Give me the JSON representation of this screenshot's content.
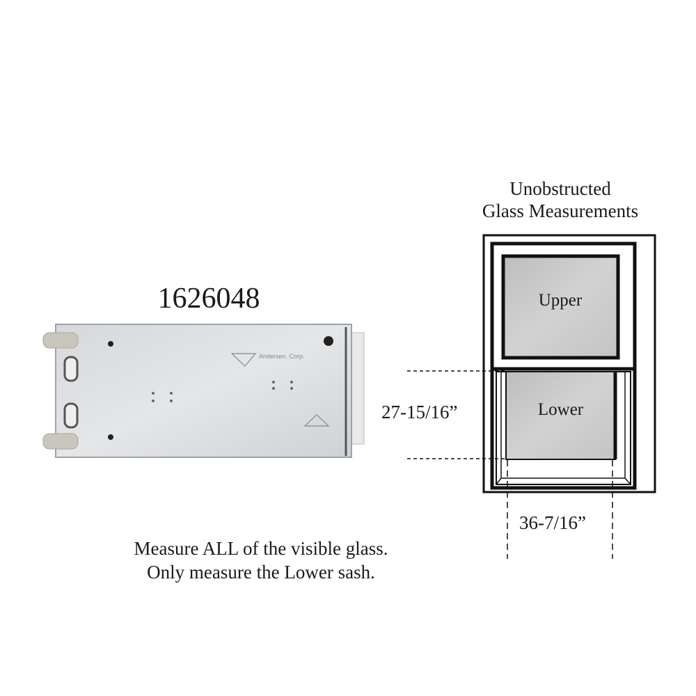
{
  "part": {
    "number": "1626048",
    "logo_text": "Andersen. Corp."
  },
  "diagram": {
    "title_line1": "Unobstructed",
    "title_line2": "Glass Measurements",
    "upper_label": "Upper",
    "lower_label": "Lower",
    "height_measurement": "27-15/16”",
    "width_measurement": "36-7/16”",
    "glass_color": "#c8c8c8",
    "frame_color": "#111111"
  },
  "instructions": {
    "line1": "Measure ALL of the visible glass.",
    "line2": "Only measure the Lower sash."
  }
}
